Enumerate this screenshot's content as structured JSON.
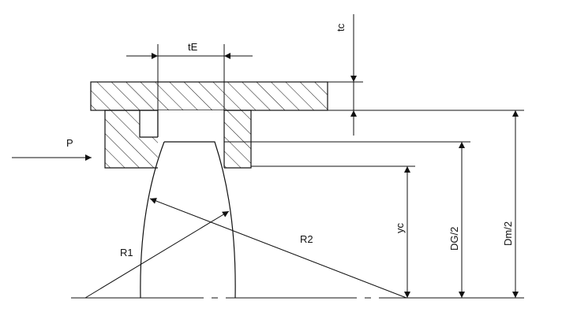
{
  "labels": {
    "tE": "tE",
    "tc": "tc",
    "P": "P",
    "R1": "R1",
    "R2": "R2",
    "yc": "yc",
    "DG2": "DG/2",
    "Dm2": "Dm/2"
  },
  "colors": {
    "line": "#111111",
    "background": "#ffffff"
  }
}
